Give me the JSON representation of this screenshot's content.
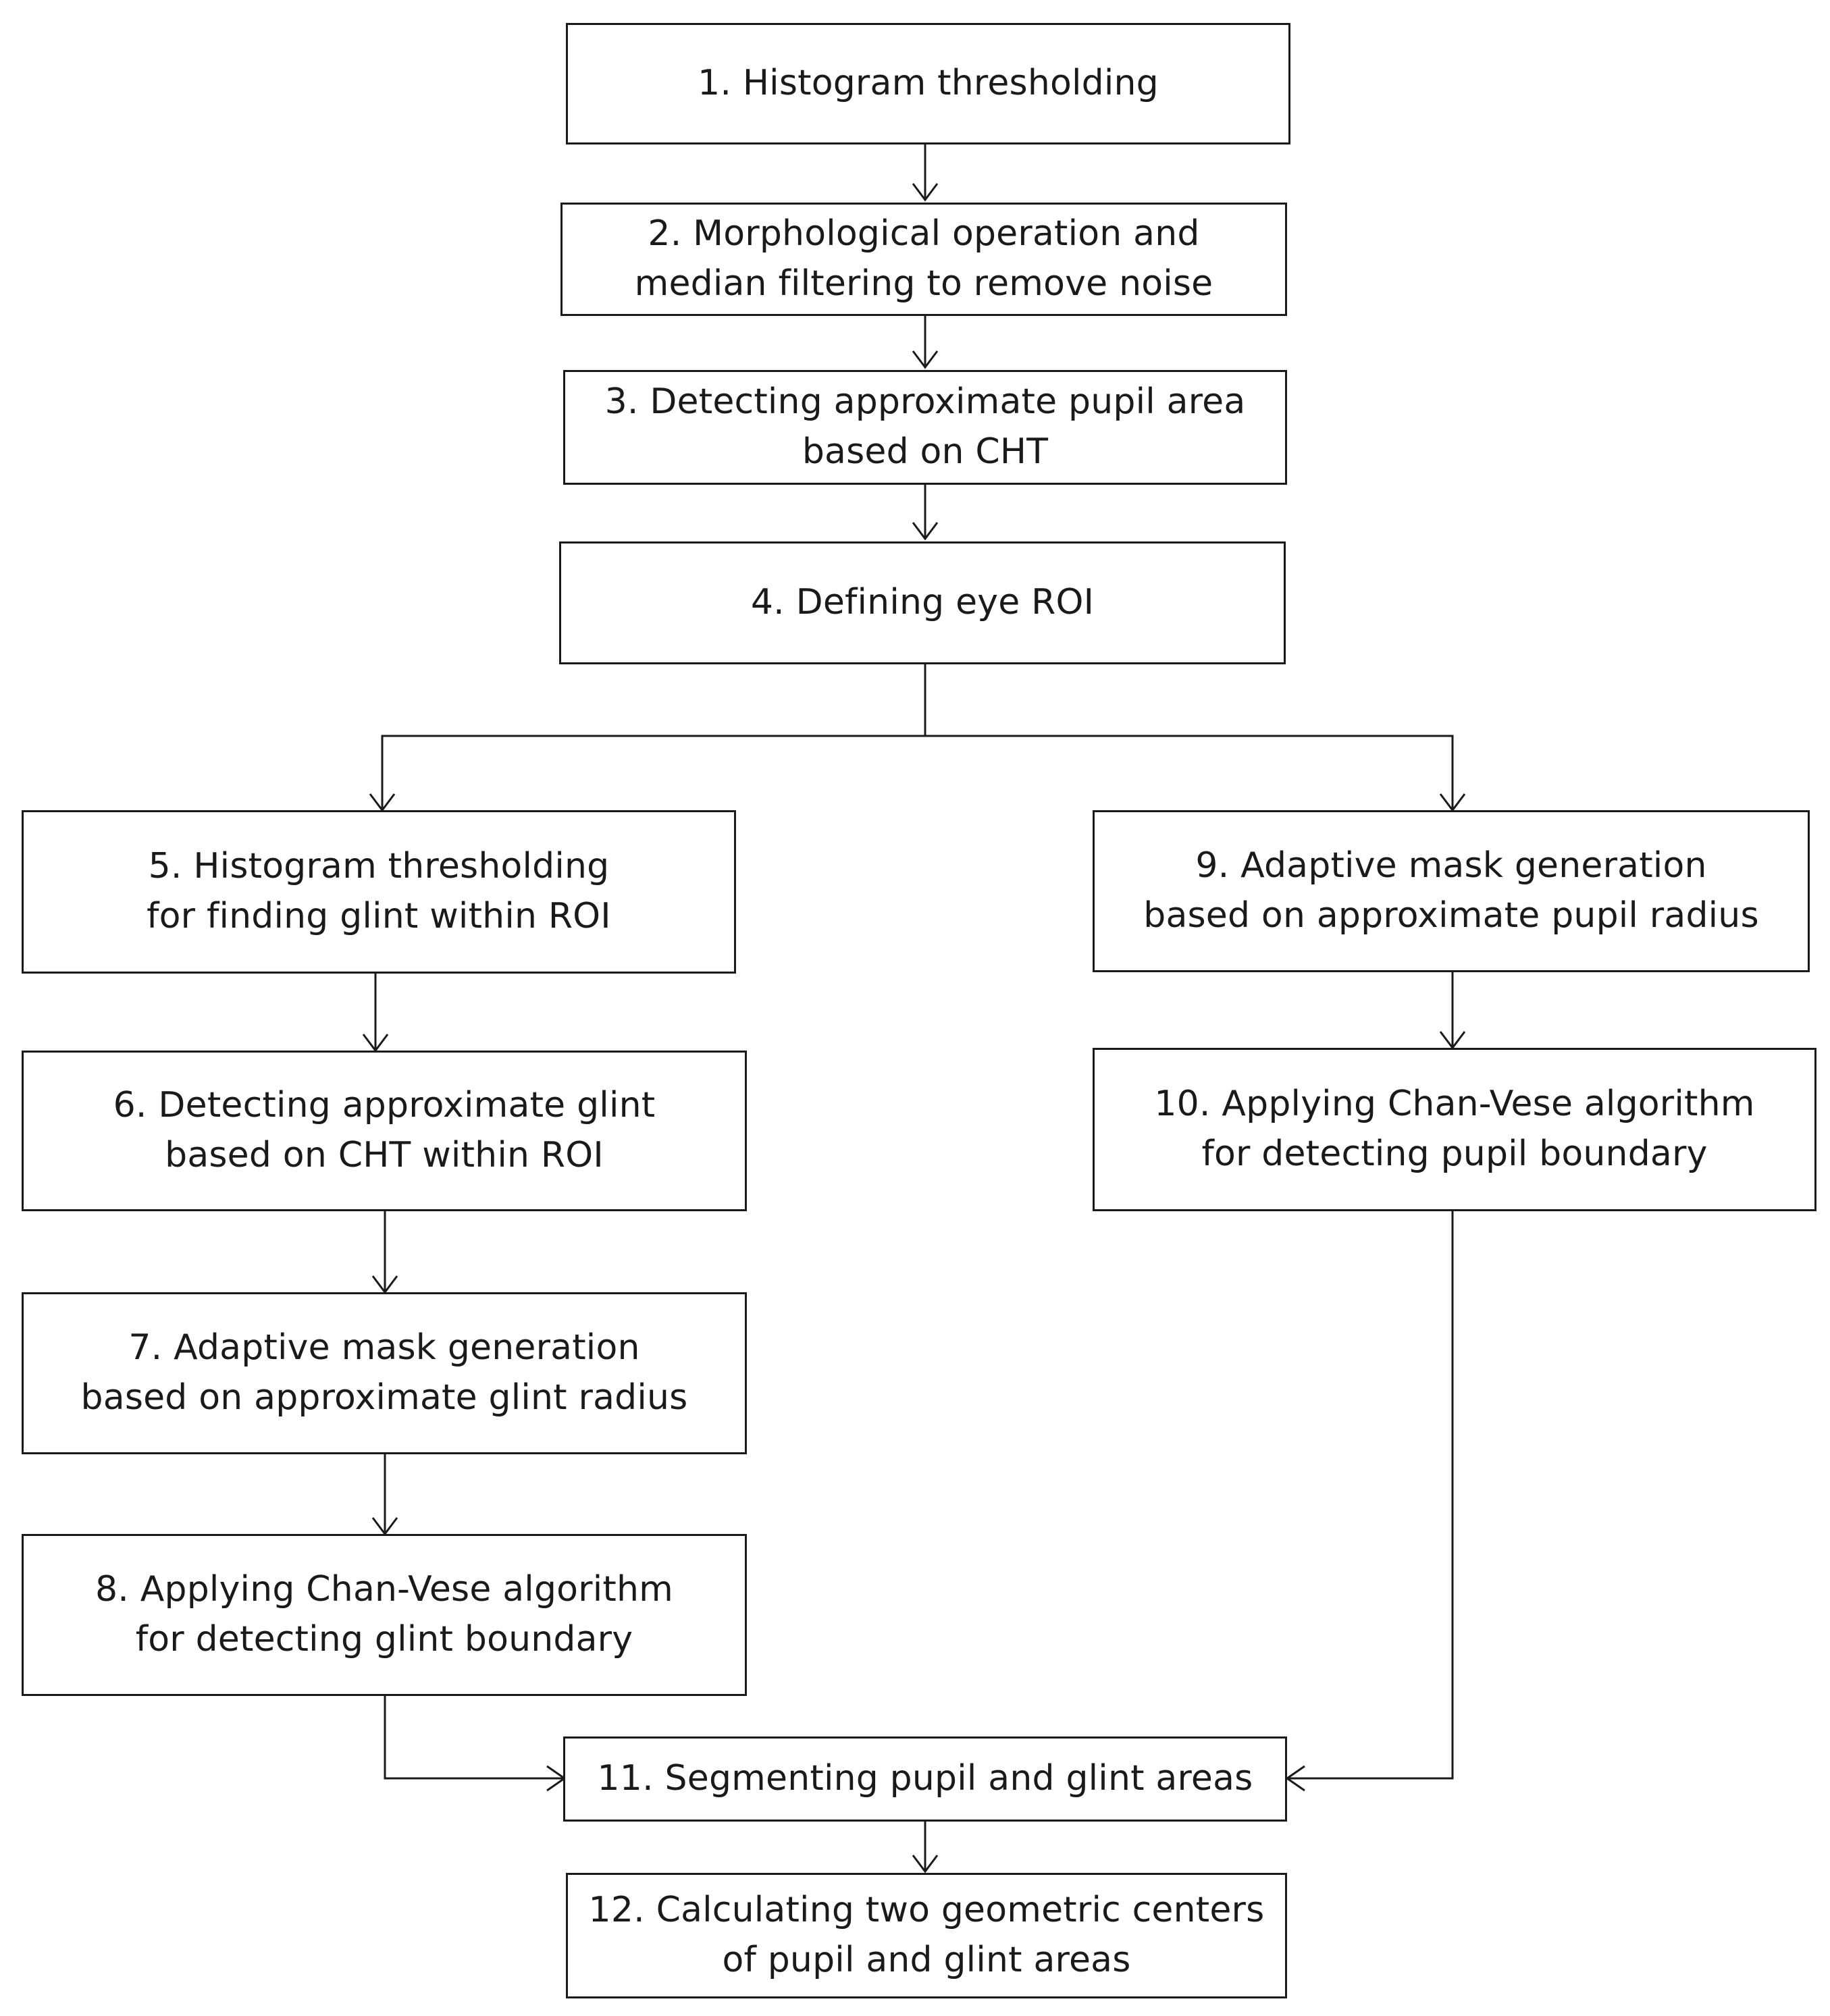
{
  "flowchart": {
    "steps": [
      {
        "id": "s1",
        "lines": [
          "1. Histogram thresholding"
        ]
      },
      {
        "id": "s2",
        "lines": [
          "2. Morphological operation and",
          "median filtering to remove noise"
        ]
      },
      {
        "id": "s3",
        "lines": [
          "3. Detecting approximate pupil area",
          "based on CHT"
        ]
      },
      {
        "id": "s4",
        "lines": [
          "4. Defining eye ROI"
        ]
      },
      {
        "id": "s5",
        "lines": [
          "5. Histogram thresholding",
          "for finding glint within ROI"
        ]
      },
      {
        "id": "s6",
        "lines": [
          "6. Detecting approximate glint",
          "based on CHT within ROI"
        ]
      },
      {
        "id": "s7",
        "lines": [
          "7. Adaptive mask generation",
          "based on approximate glint radius"
        ]
      },
      {
        "id": "s8",
        "lines": [
          "8. Applying Chan-Vese algorithm",
          "for detecting glint boundary"
        ]
      },
      {
        "id": "s9",
        "lines": [
          "9. Adaptive mask generation",
          "based on approximate pupil radius"
        ]
      },
      {
        "id": "s10",
        "lines": [
          "10. Applying Chan-Vese algorithm",
          "for detecting pupil boundary"
        ]
      },
      {
        "id": "s11",
        "lines": [
          "11. Segmenting pupil and glint areas"
        ]
      },
      {
        "id": "s12",
        "lines": [
          "12. Calculating two geometric centers",
          "of pupil and glint areas"
        ]
      }
    ],
    "connections": [
      {
        "from": "s1",
        "to": "s2"
      },
      {
        "from": "s2",
        "to": "s3"
      },
      {
        "from": "s3",
        "to": "s4"
      },
      {
        "from": "s4",
        "to": "s5"
      },
      {
        "from": "s4",
        "to": "s9"
      },
      {
        "from": "s5",
        "to": "s6"
      },
      {
        "from": "s6",
        "to": "s7"
      },
      {
        "from": "s7",
        "to": "s8"
      },
      {
        "from": "s9",
        "to": "s10"
      },
      {
        "from": "s8",
        "to": "s11"
      },
      {
        "from": "s10",
        "to": "s11"
      },
      {
        "from": "s11",
        "to": "s12"
      }
    ]
  }
}
